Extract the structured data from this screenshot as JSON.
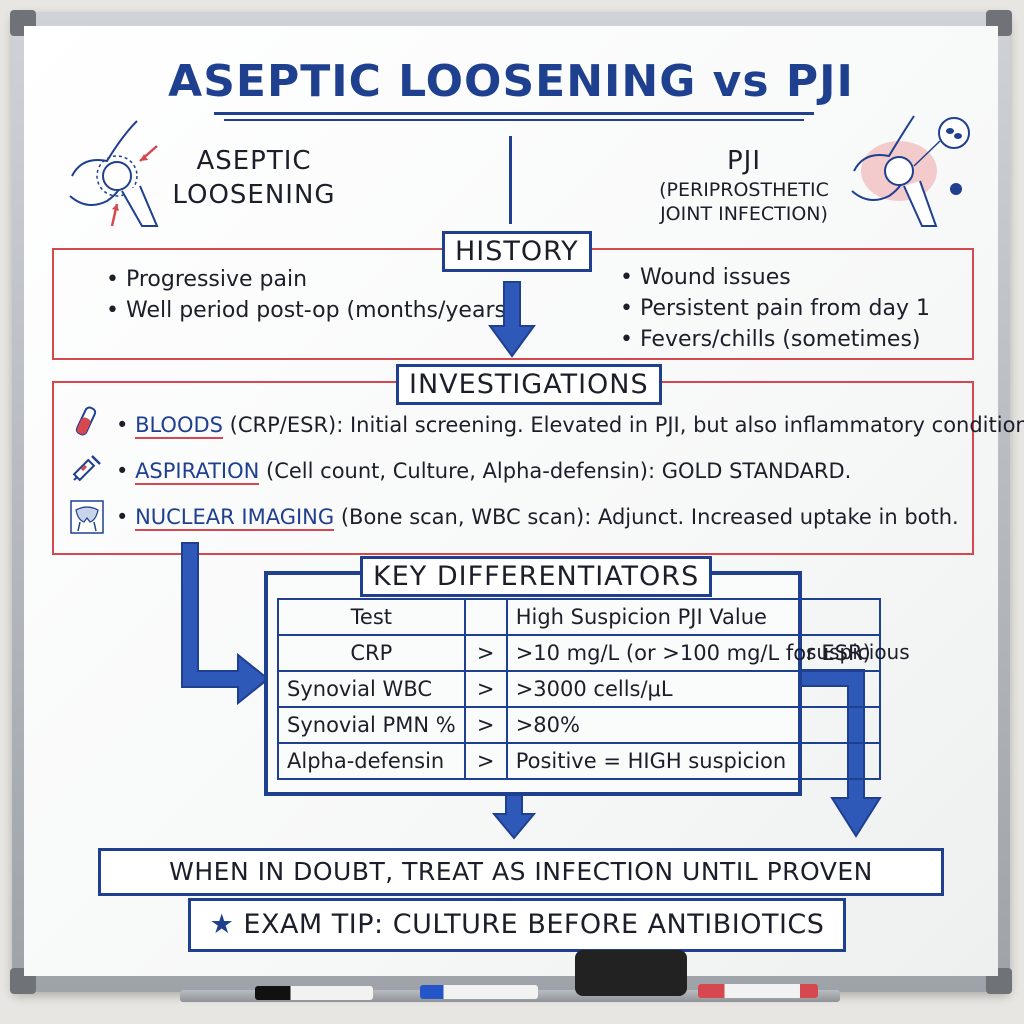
{
  "title": "ASEPTIC LOOSENING vs PJI",
  "left_header": {
    "line1": "ASEPTIC",
    "line2": "LOOSENING"
  },
  "right_header": {
    "line1": "PJI",
    "line2": "(PERIPROSTHETIC",
    "line3": "JOINT INFECTION)"
  },
  "history": {
    "label": "HISTORY",
    "left_items": [
      "Progressive pain",
      "Well period post-op (months/years)"
    ],
    "right_items": [
      "Wound issues",
      "Persistent pain from day 1",
      "Fevers/chills (sometimes)"
    ]
  },
  "investigations": {
    "label": "INVESTIGATIONS",
    "rows": [
      {
        "key": "BLOODS",
        "rest": " (CRP/ESR): Initial screening. Elevated in PJI, but also inflammatory conditions.",
        "icon": "blood-tube-icon"
      },
      {
        "key": "ASPIRATION",
        "rest": " (Cell count, Culture, Alpha-defensin): GOLD STANDARD.",
        "icon": "syringe-icon"
      },
      {
        "key": "NUCLEAR IMAGING",
        "rest": " (Bone scan, WBC scan): Adjunct. Increased uptake in both.",
        "icon": "pelvis-scan-icon"
      }
    ]
  },
  "key_differentiators": {
    "label": "KEY DIFFERENTIATORS",
    "headers": [
      "Test",
      "",
      "High Suspicion PJI Value"
    ],
    "rows": [
      [
        "CRP",
        ">",
        ">10 mg/L (or >100 mg/L for ESR)"
      ],
      [
        "Synovial WBC",
        ">",
        ">3000 cells/μL"
      ],
      [
        "Synovial PMN %",
        ">",
        ">80%"
      ],
      [
        "Alpha-defensin",
        ">",
        "Positive = HIGH suspicion"
      ]
    ],
    "side_note": "suspicious"
  },
  "conclusion": "WHEN IN DOUBT, TREAT AS INFECTION UNTIL PROVEN OTHERWISE.",
  "exam_tip": "EXAM TIP: CULTURE BEFORE ANTIBIOTICS",
  "colors": {
    "accent_blue": "#1f3f8f",
    "accent_red": "#d6484f",
    "board": "#ffffff"
  }
}
